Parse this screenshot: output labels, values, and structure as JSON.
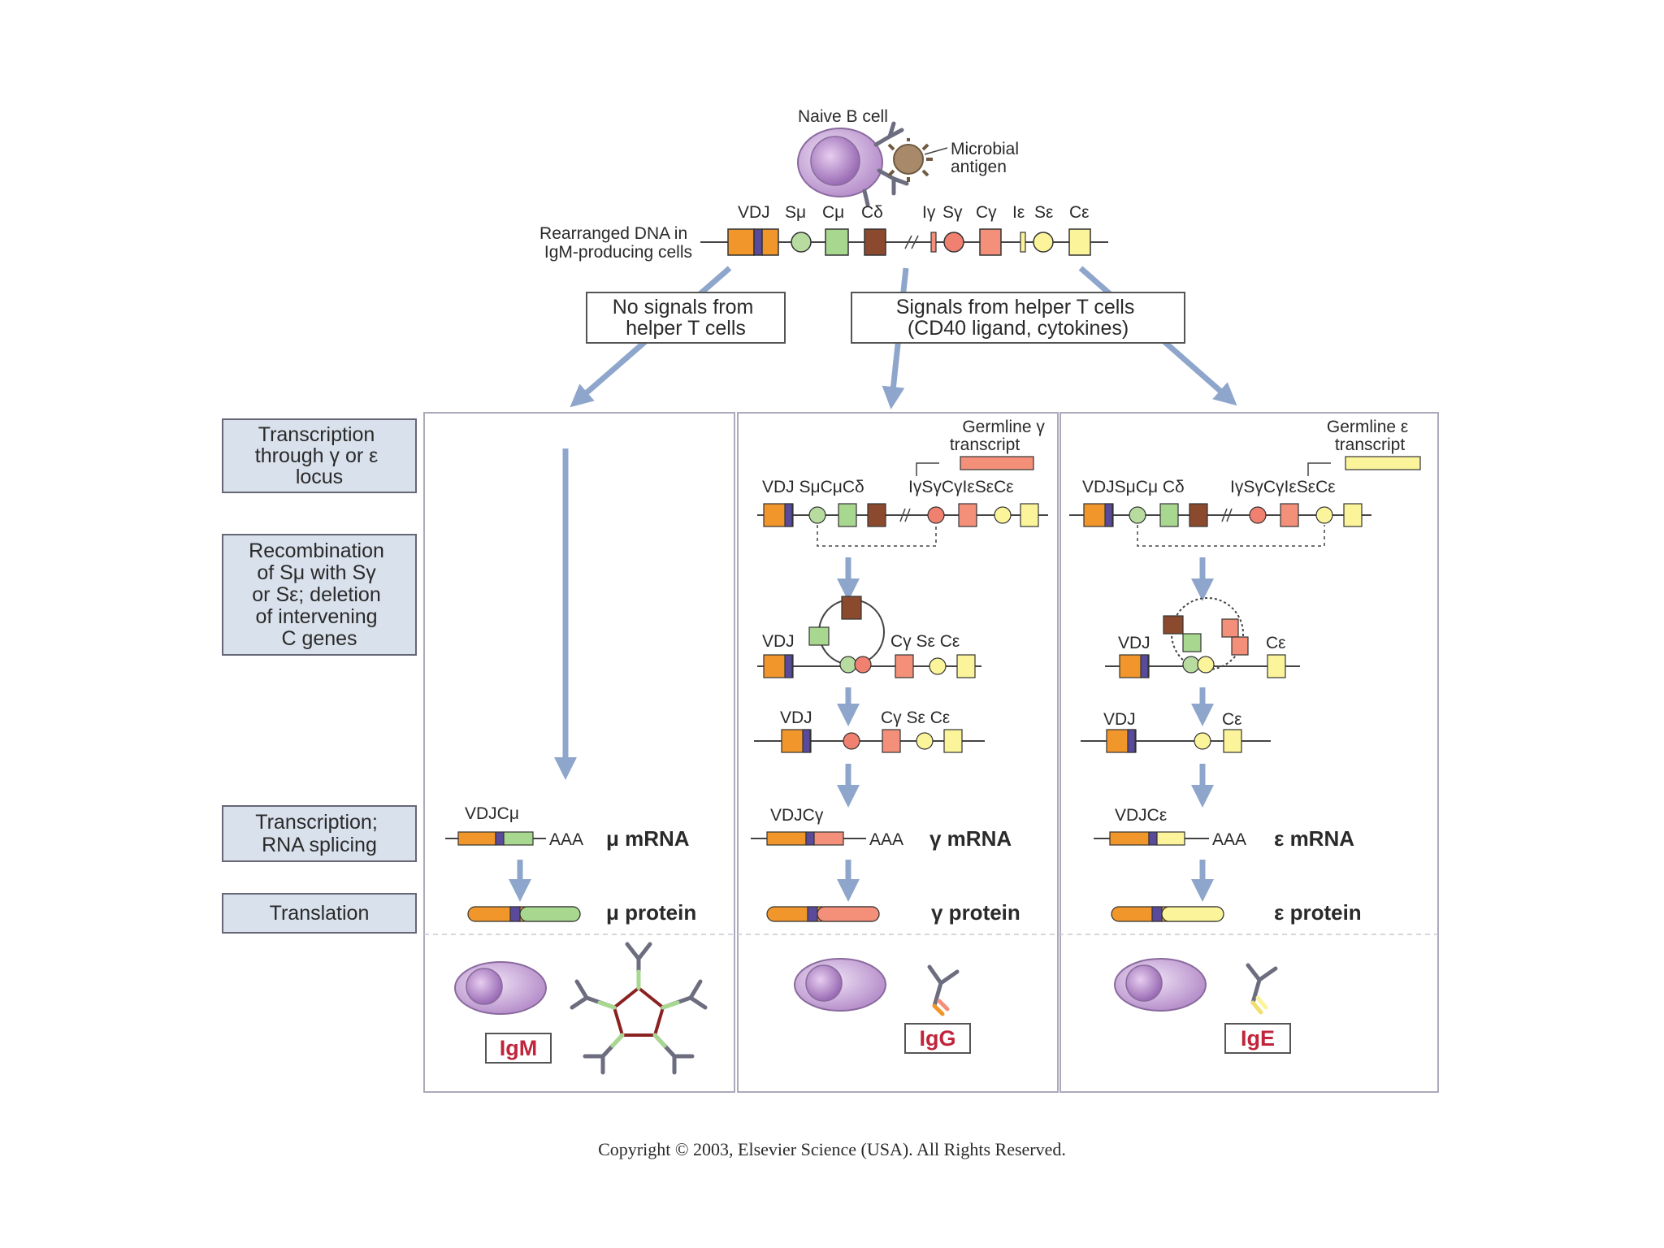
{
  "top": {
    "naive_b_cell": "Naive B cell",
    "microbial_antigen": [
      "Microbial",
      "antigen"
    ],
    "rearranged_dna": [
      "Rearranged DNA in",
      "IgM-producing cells"
    ],
    "gene_labels": {
      "vdj": "VDJ",
      "s_mu": "Sμ",
      "c_mu": "Cμ",
      "c_delta": "Cδ",
      "i_gamma": "Iγ",
      "s_gamma": "Sγ",
      "c_gamma": "Cγ",
      "i_epsilon": "Iε",
      "s_epsilon": "Sε",
      "c_epsilon": "Cε"
    },
    "no_signals": [
      "No signals from",
      "helper T cells"
    ],
    "signals": [
      "Signals from helper T cells",
      "(CD40 ligand, cytokines)"
    ]
  },
  "steps": {
    "transcription_locus": [
      "Transcription",
      "through γ or ε",
      "locus"
    ],
    "recombination": [
      "Recombination",
      "of Sμ with Sγ",
      "or Sε; deletion",
      "of intervening",
      "C genes"
    ],
    "transcription_splicing": [
      "Transcription;",
      "RNA splicing"
    ],
    "translation": "Translation"
  },
  "panels": {
    "igm": {
      "mrna_gene": "VDJCμ",
      "aaa": "AAA",
      "mrna": "μ mRNA",
      "protein": "μ protein",
      "antibody": "IgM"
    },
    "igg": {
      "germline": [
        "Germline γ",
        "transcript"
      ],
      "row_label_left": "VDJ SμCμCδ",
      "row_label_right": "IγSγCγIεSεCε",
      "loop_vdj": "VDJ",
      "loop_right": "Cγ Sε Cε",
      "excised_vdj": "VDJ",
      "excised_right": "Cγ Sε Cε",
      "mrna_gene": "VDJCγ",
      "aaa": "AAA",
      "mrna": "γ mRNA",
      "protein": "γ protein",
      "antibody": "IgG"
    },
    "ige": {
      "germline": [
        "Germline ε",
        "transcript"
      ],
      "row_label_left": "VDJSμCμ Cδ",
      "row_label_right": "IγSγCγIεSεCε",
      "loop_vdj": "VDJ",
      "loop_right": "Cε",
      "excised_vdj": "VDJ",
      "excised_right": "Cε",
      "mrna_gene": "VDJCε",
      "aaa": "AAA",
      "mrna": "ε mRNA",
      "protein": "ε protein",
      "antibody": "IgE"
    }
  },
  "copyright": "Copyright © 2003, Elsevier Science (USA). All Rights Reserved.",
  "colors": {
    "vdj_orange": "#f0962a",
    "vdj_purple": "#5a4a9c",
    "s_green": "#b8dca0",
    "c_mu_green": "#a8d890",
    "c_delta_brown": "#8b4a2e",
    "s_gamma_salmon": "#f08070",
    "c_gamma_salmon": "#f4907a",
    "epsilon_yellow": "#fbf49a",
    "arrow_blue": "#8fa6cc",
    "step_box_fill": "#d9e1ec",
    "cell_purple": "#c8a8d8",
    "ig_red": "#c0253c"
  }
}
